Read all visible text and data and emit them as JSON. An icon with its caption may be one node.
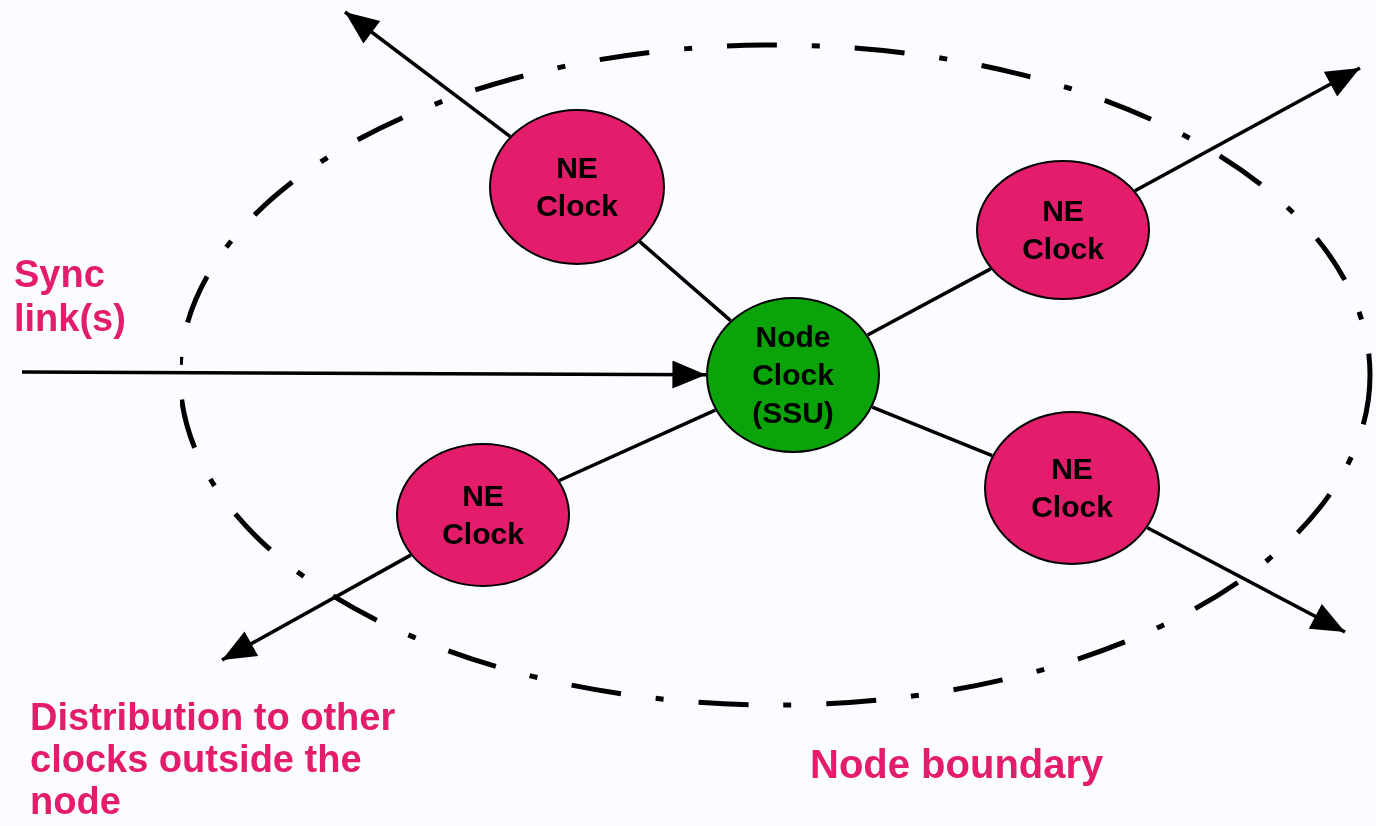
{
  "diagram": {
    "nodes": [
      {
        "text": [
          "Node boundary"
        ]
      },
      {
        "text": [
          "NE Clock"
        ],
        "in": 0
      },
      {
        "text": [
          "NE Clock"
        ],
        "in": 0
      },
      {
        "text": [
          "Node Clock (SSU)"
        ],
        "in": 0
      },
      {
        "text": [
          "NE Clock"
        ],
        "in": 0
      },
      {
        "text": [
          "NE Clock"
        ],
        "in": 0
      }
    ],
    "edges": [
      {
        "from": null,
        "to": 3,
        "arrow": "to",
        "label": "Sync link(s)"
      },
      {
        "from": 3,
        "to": 1,
        "arrow": "none"
      },
      {
        "from": 3,
        "to": 2,
        "arrow": "none"
      },
      {
        "from": 3,
        "to": 4,
        "arrow": "none"
      },
      {
        "from": 3,
        "to": 5,
        "arrow": "none"
      },
      {
        "from": 1,
        "to": null,
        "arrow": "to"
      },
      {
        "from": 2,
        "to": null,
        "arrow": "to"
      },
      {
        "from": 4,
        "to": null,
        "arrow": "to"
      },
      {
        "from": 5,
        "to": null,
        "arrow": "to"
      }
    ],
    "labels": [
      "Distribution to other clocks outside the node"
    ]
  }
}
